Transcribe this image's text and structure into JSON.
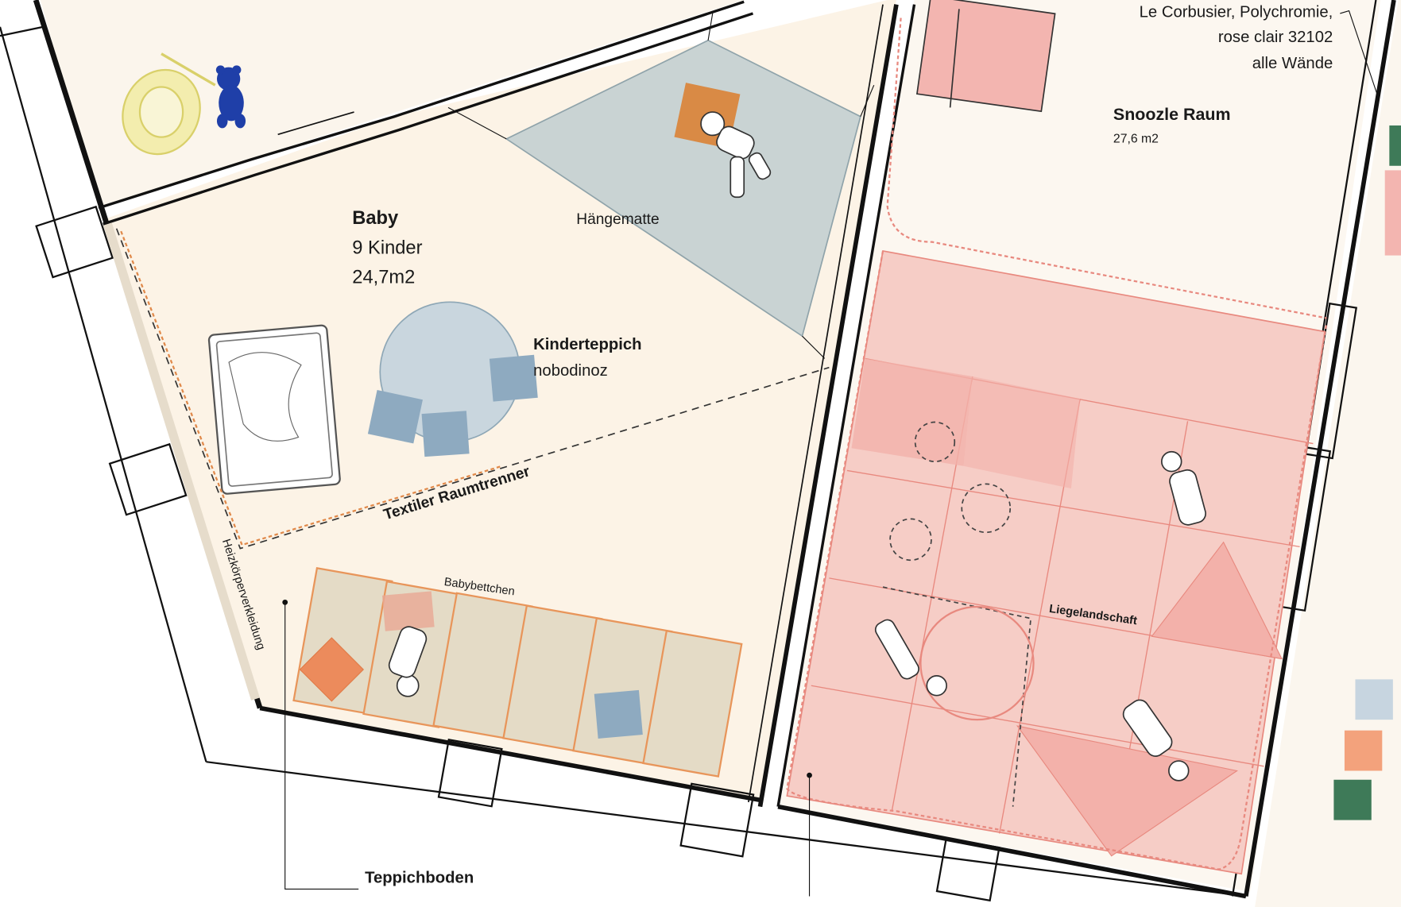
{
  "baby_room": {
    "title": "Baby",
    "children": "9 Kinder",
    "area": "24,7m2"
  },
  "snoozle_room": {
    "title": "Snoozle Raum",
    "area": "27,6 m2"
  },
  "annotations": {
    "paint_line1": "Le Corbusier, Polychromie,",
    "paint_line2": "rose clair 32102",
    "paint_line3": "alle Wände",
    "hammock": "Hängematte",
    "rug_title": "Kinderteppich",
    "rug_brand": "nobodinoz",
    "divider": "Textiler Raumtrenner",
    "cribs": "Babybettchen",
    "radiator": "Heizkörperverkleidung",
    "carpet": "Teppichboden",
    "lounge": "Liegelandschaft"
  },
  "colors": {
    "background": "#fbf6ee",
    "snoozle_mat": "#f6cdc6",
    "hammock": "#c9d3d3",
    "rug": "#c9d6de",
    "cushion_blue": "#8eaac0",
    "accent_orange": "#e07b47",
    "crib": "#e4dbc6",
    "swatch_light_blue": "#c7d5e0",
    "swatch_orange": "#f3a27c",
    "swatch_green": "#3e7a58"
  }
}
